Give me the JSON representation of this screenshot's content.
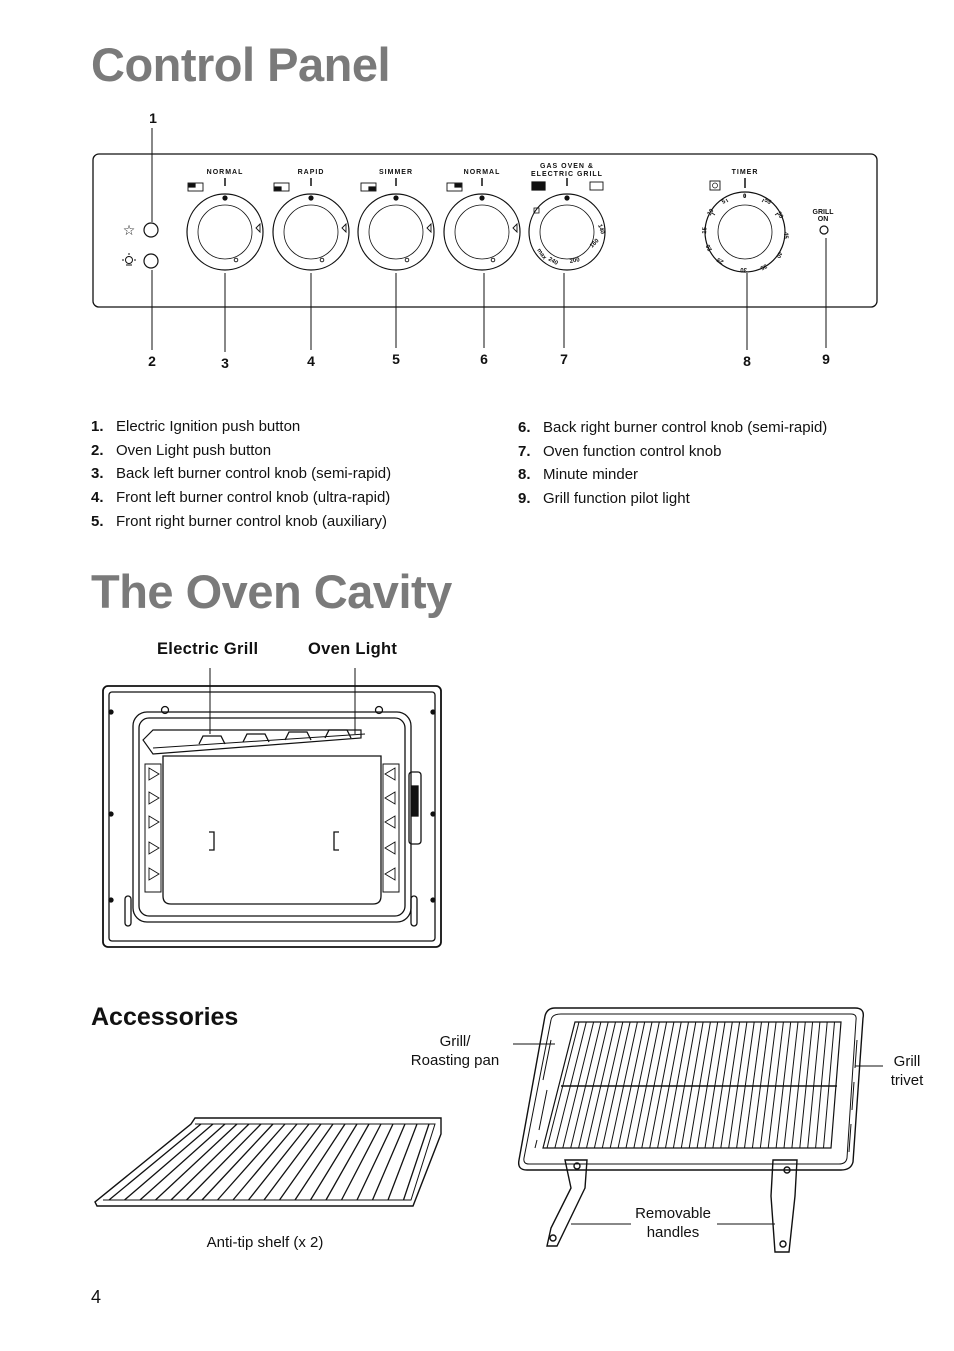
{
  "control_panel": {
    "title": "Control Panel",
    "part_numbers": [
      "1",
      "2",
      "3",
      "4",
      "5",
      "6",
      "7",
      "8",
      "9"
    ],
    "knob_labels": [
      "NORMAL",
      "RAPID",
      "SIMMER",
      "NORMAL"
    ],
    "oven_knob_label_line1": "GAS OVEN &",
    "oven_knob_label_line2": "ELECTRIC GRILL",
    "oven_dial_numbers": [
      "140",
      "160",
      "200",
      "240",
      "max"
    ],
    "timer_label": "TIMER",
    "timer_numbers": [
      "0",
      "5",
      "10",
      "15",
      "20",
      "25",
      "30",
      "35",
      "40",
      "45",
      "50",
      "55"
    ],
    "grill_on_line1": "GRILL",
    "grill_on_line2": "ON",
    "legend_left": [
      {
        "num": "1.",
        "text": "Electric Ignition push button"
      },
      {
        "num": "2.",
        "text": "Oven Light push button"
      },
      {
        "num": "3.",
        "text": "Back left burner control knob (semi-rapid)"
      },
      {
        "num": "4.",
        "text": "Front left burner control knob (ultra-rapid)"
      },
      {
        "num": "5.",
        "text": "Front right burner control knob (auxiliary)"
      }
    ],
    "legend_right": [
      {
        "num": "6.",
        "text": "Back right burner control knob (semi-rapid)"
      },
      {
        "num": "7.",
        "text": "Oven function control knob"
      },
      {
        "num": "8.",
        "text": "Minute minder"
      },
      {
        "num": "9.",
        "text": "Grill function pilot light"
      }
    ]
  },
  "oven_cavity": {
    "title": "The Oven Cavity",
    "label_grill": "Electric  Grill",
    "label_light": "Oven  Light"
  },
  "accessories": {
    "title": "Accessories",
    "pan_line1": "Grill/",
    "pan_line2": "Roasting pan",
    "trivet_line1": "Grill",
    "trivet_line2": "trivet",
    "handles_line1": "Removable",
    "handles_line2": "handles",
    "shelf_label": "Anti-tip shelf (x 2)"
  },
  "page_number": "4"
}
